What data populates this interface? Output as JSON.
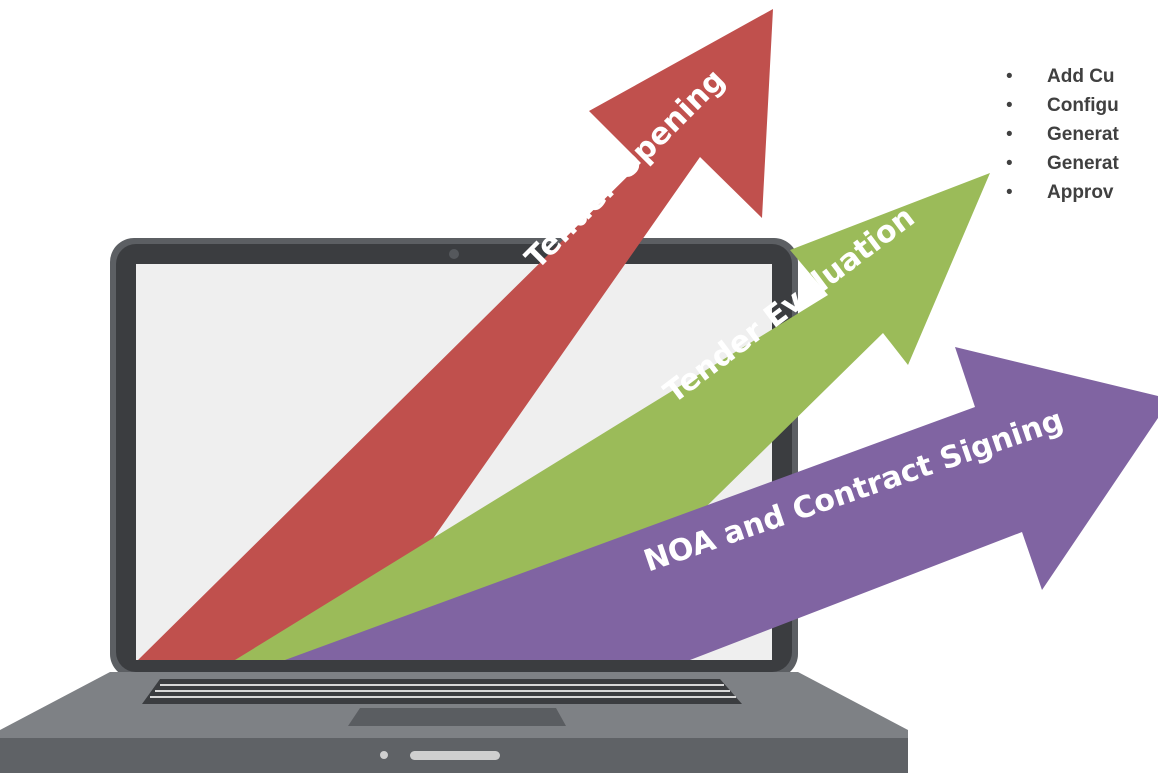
{
  "arrows": [
    {
      "label": "Tender Opening",
      "color": "#c0504d"
    },
    {
      "label": "Tender Evaluation",
      "color": "#9bbb59"
    },
    {
      "label": "NOA and Contract Signing",
      "color": "#8064a2"
    }
  ],
  "steps": [
    "Add Cu",
    "Configu",
    "Generat",
    "Generat",
    "Approv"
  ],
  "colors": {
    "laptop_body": "#5c5f63",
    "laptop_bezel": "#3b3d40",
    "screen": "#efefef",
    "base": "#7e8185",
    "text": "#404040"
  }
}
